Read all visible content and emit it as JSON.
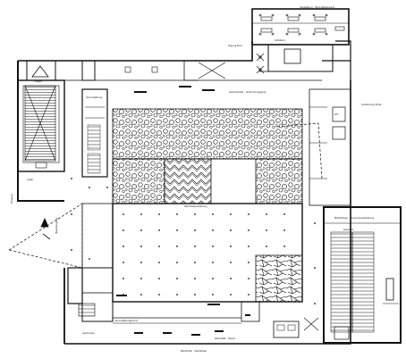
{
  "drawing": {
    "type": "architectural floor plan",
    "line_color": "#111111",
    "background_color": "#ffffff"
  },
  "labels": {
    "top_right_caption": "Verwaltung · Dach-Restaurant",
    "cafe_tag": "Tagung Buro",
    "mid_top_tag": "Cafeteria",
    "right_note": "Anlieferung Kiosk",
    "gallery_band": "Gedenkhalle · Verbindungsgang",
    "cafeteria_strip": "Veranstaltung",
    "left_vertical": "Haupteingang",
    "left_side": "Eingang",
    "stair_label": "Treppe",
    "mid_room": "Wechselausstellung",
    "south_room": "Veranstaltungsraum",
    "bottom_left_tag": "Garderobe",
    "bottom_mid_tag": "Bibliothek · Mediathek",
    "bottom_right_tag": "Werkstatt · Depot",
    "right_block_title": "Bibliothek · Dauerausstellung",
    "right_block_sub": "Lesesaal",
    "left_stair_note": "Lager",
    "small_tag": "WC"
  }
}
